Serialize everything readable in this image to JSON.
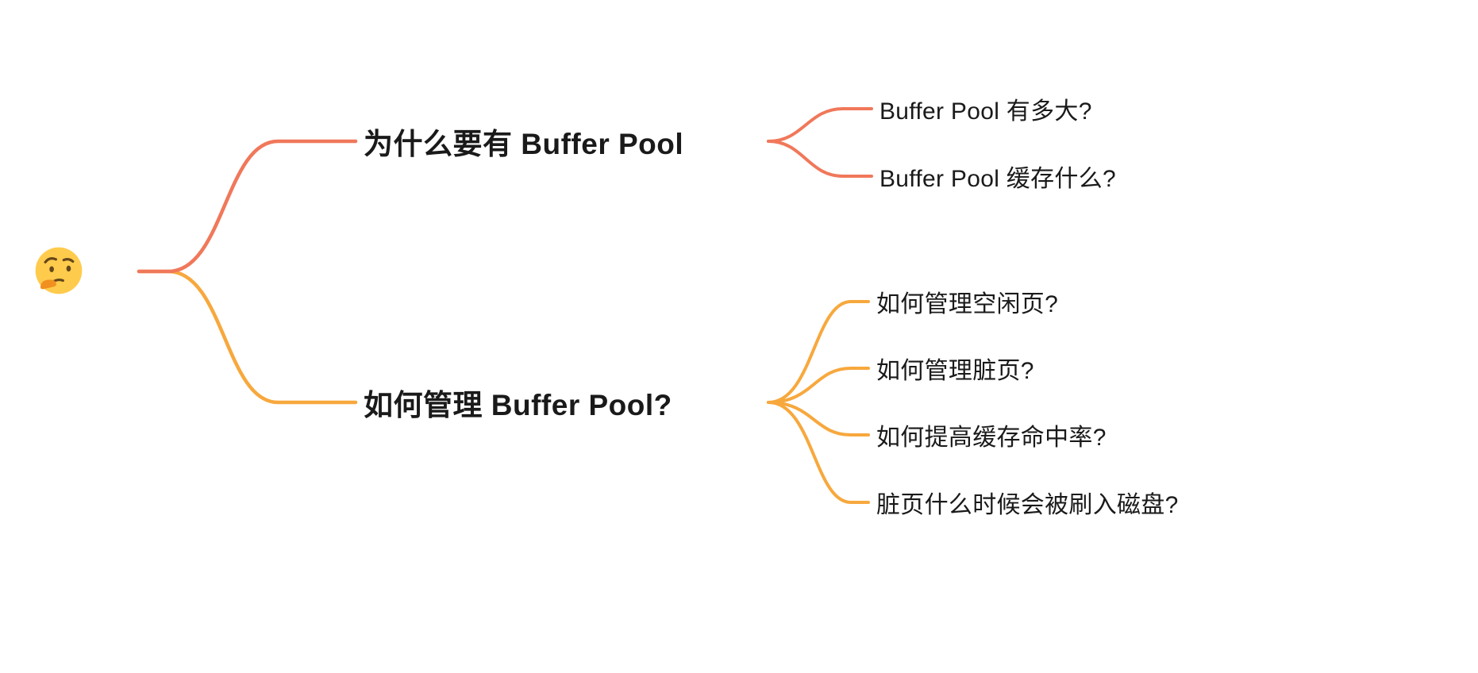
{
  "diagram": {
    "type": "mindmap",
    "topic": "Buffer Pool",
    "root": {
      "icon": "thinking-face-emoji"
    },
    "branches": [
      {
        "label": "为什么要有 Buffer Pool",
        "color": "#F0785A",
        "children": [
          "Buffer Pool 有多大?",
          "Buffer Pool 缓存什么?"
        ]
      },
      {
        "label": "如何管理 Buffer Pool?",
        "color": "#F7A83D",
        "children": [
          "如何管理空闲页?",
          "如何管理脏页?",
          "如何提高缓存命中率?",
          "脏页什么时候会被刷入磁盘?"
        ]
      }
    ]
  },
  "colors": {
    "background": "#ffffff",
    "text": "#1a1a1a",
    "branch_top": "#F0785A",
    "branch_bottom": "#F7A83D",
    "emoji_face": "#FFCB4C",
    "emoji_features": "#65471B",
    "emoji_hand": "#F19020"
  }
}
